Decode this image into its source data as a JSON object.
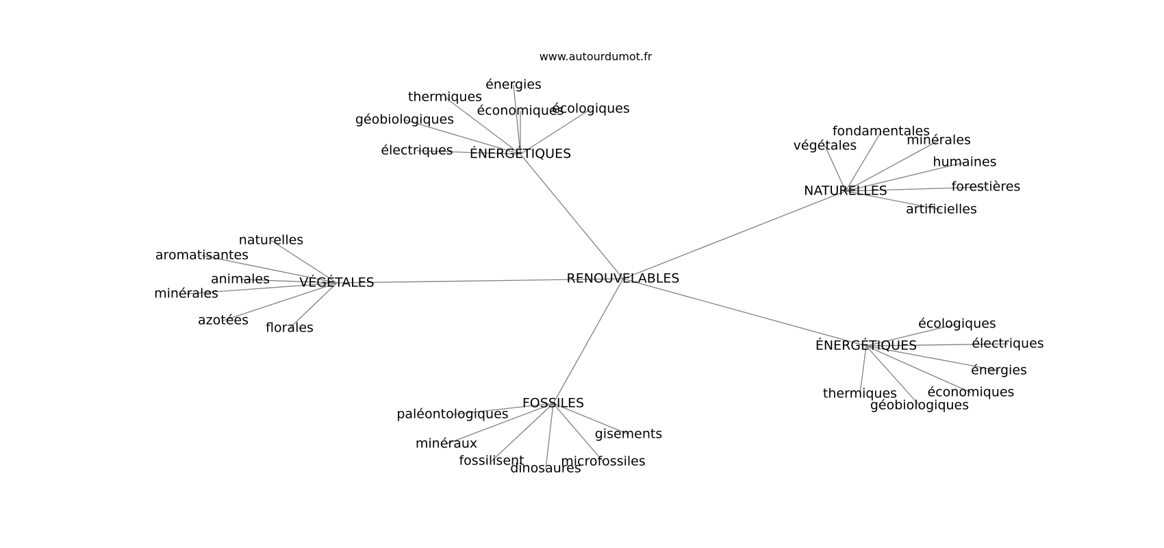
{
  "source_text": "www.autourdumot.fr",
  "graph": {
    "center": {
      "label": "RENOUVELABLES"
    },
    "groups": [
      {
        "label": "ÉNERGÉTIQUES",
        "children": [
          "énergies",
          "thermiques",
          "économiques",
          "écologiques",
          "géobiologiques",
          "électriques"
        ]
      },
      {
        "label": "NATURELLES",
        "children": [
          "végétales",
          "fondamentales",
          "minérales",
          "humaines",
          "forestières",
          "artificielles"
        ]
      },
      {
        "label": "VÉGÉTALES",
        "children": [
          "naturelles",
          "aromatisantes",
          "animales",
          "minérales",
          "azotées",
          "florales"
        ]
      },
      {
        "label": "ÉNERGÉTIQUES",
        "children": [
          "écologiques",
          "électriques",
          "énergies",
          "économiques",
          "thermiques",
          "géobiologiques"
        ]
      },
      {
        "label": "FOSSILES",
        "children": [
          "paléontologiques",
          "minéraux",
          "fossilisent",
          "dinosaures",
          "microfossiles",
          "gisements"
        ]
      }
    ]
  },
  "colors": {
    "edge": "#808080",
    "text": "#000000",
    "background": "#ffffff"
  }
}
